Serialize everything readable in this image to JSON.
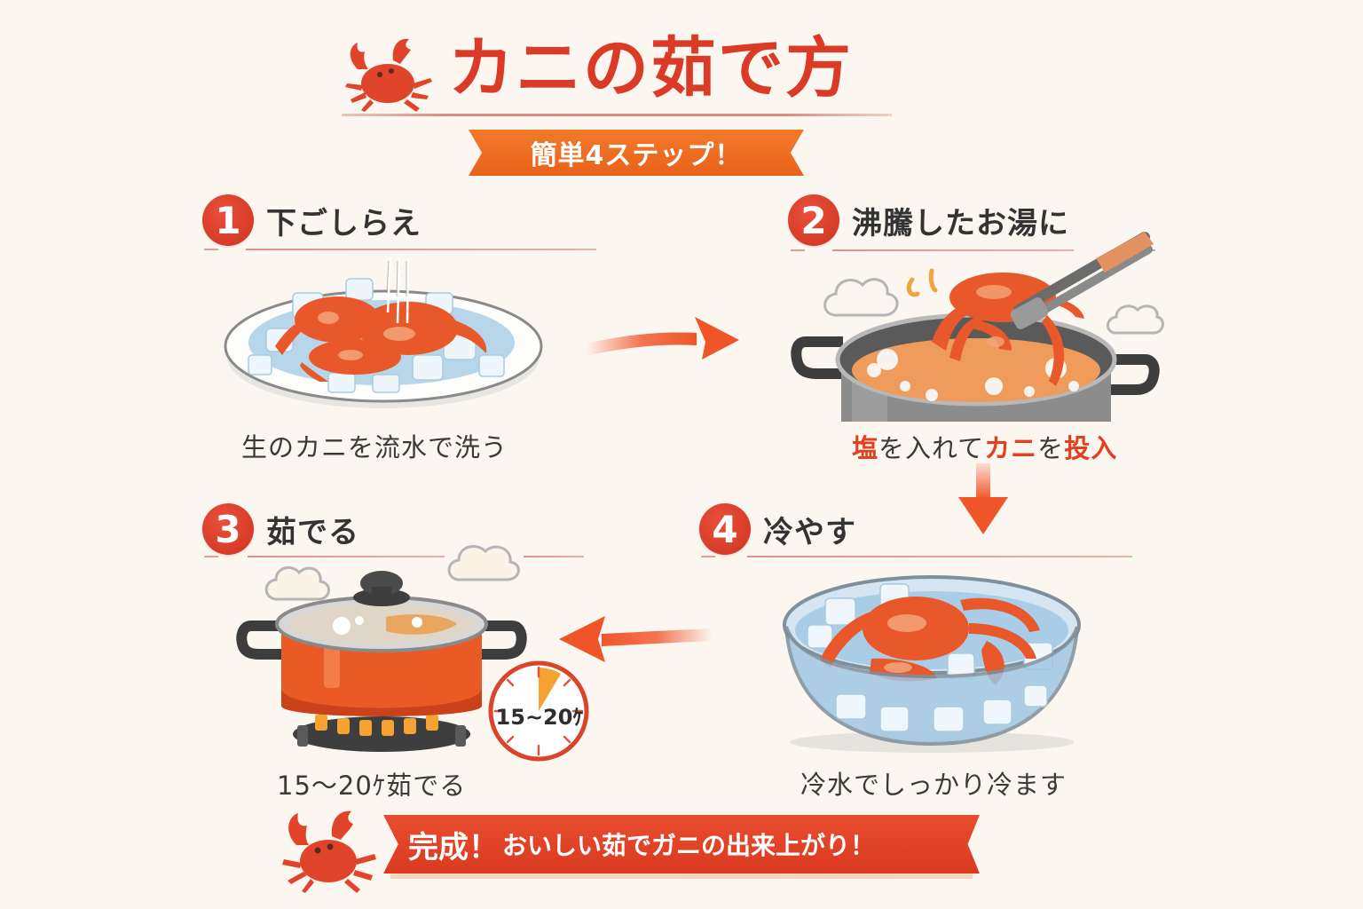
{
  "header": {
    "title": "カニの茹で方",
    "subtitle": "簡単4ステップ！"
  },
  "steps": [
    {
      "number": "1",
      "title": "下ごしらえ",
      "caption": "生のカニを流水で洗う",
      "illustration": "crab-on-plate-with-ice"
    },
    {
      "number": "2",
      "title": "沸騰したお湯に",
      "caption_parts": [
        "塩",
        "を入れて",
        "カニ",
        "を",
        "投入"
      ],
      "illustration": "crab-into-boiling-pot-with-tongs"
    },
    {
      "number": "3",
      "title": "茹でる",
      "caption": "15〜20ｹ茹でる",
      "timer_label": "15~20ｹ",
      "illustration": "orange-pot-on-stove-with-timer"
    },
    {
      "number": "4",
      "title": "冷やす",
      "caption": "冷水でしっかり冷ます",
      "illustration": "crab-in-ice-water-bowl"
    }
  ],
  "footer": {
    "banner_strong": "完成！",
    "banner_rest": "おいしい茹でガニの出来上がり！"
  },
  "colors": {
    "background": "#fbf7f0",
    "title_red": "#db3b26",
    "ribbon_orange": "#ee6f24",
    "step_circle_red": "#d83a25",
    "accent_red": "#e2401f",
    "arrow": "#f0552a",
    "text_dark": "#333333"
  },
  "icons": {
    "title_icon": "crab-icon",
    "footer_icon": "crab-icon",
    "flow_arrows": [
      "arrow-right",
      "arrow-down",
      "arrow-left"
    ]
  }
}
